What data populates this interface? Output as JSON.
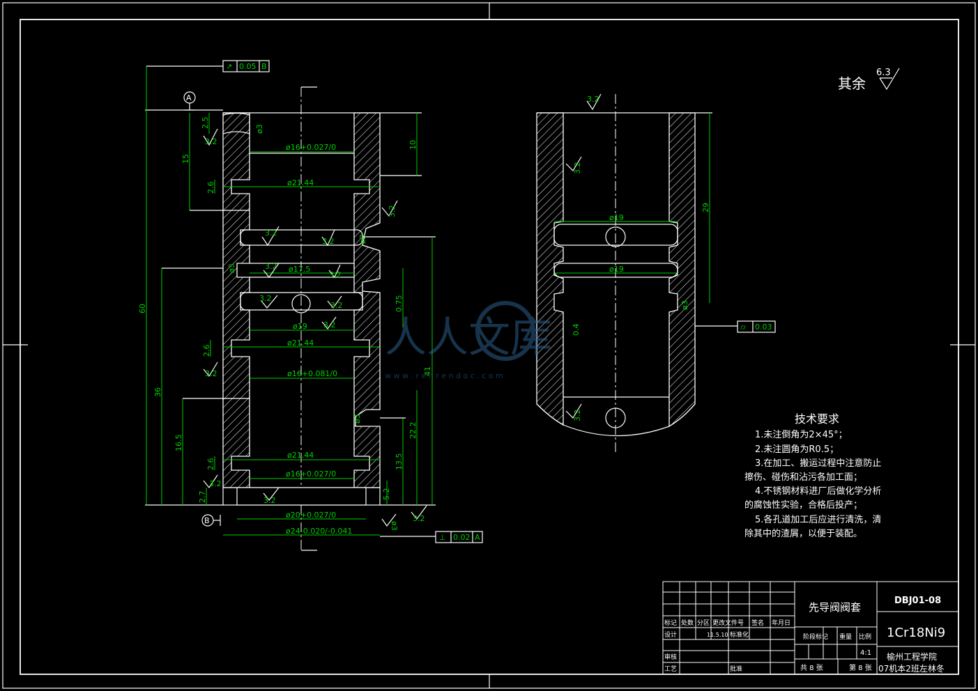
{
  "drawing": {
    "general_roughness": {
      "label": "其余",
      "value": "6.3"
    },
    "technical_requirements": {
      "title": "技术要求",
      "items": [
        "1.未注倒角为2×45°；",
        "2.未注圆角为R0.5；",
        "3.在加工、搬运过程中注意防止",
        "擦伤、碰伤和沾污各加工面；",
        "4.不锈钢材料进厂后做化学分析",
        "的腐蚀性实验，合格后投产；",
        "5.各孔道加工后应进行清洗，清",
        "除其中的渣屑，以便于装配。"
      ]
    },
    "datums": {
      "a": "A",
      "b": "B"
    },
    "tolerance_frames": {
      "runout_b": {
        "symbol": "↗",
        "value": "0.05",
        "datum": "B"
      },
      "perp_a": {
        "symbol": "⊥",
        "value": "0.02",
        "datum": "A"
      },
      "cyl_right": {
        "symbol": "⌭",
        "value": "0.03"
      }
    },
    "left_view": {
      "dims": {
        "d16_top": "ø16+0.027/0",
        "d21_44_a": "ø21.44",
        "d17_5": "ø17.5",
        "d19": "ø19",
        "d21_44_b": "ø21.44",
        "d16_mid": "ø16+0.081/0",
        "d21_44_c": "ø21.44",
        "d16_bot": "ø16+0.027/0",
        "d20": "ø20+0.027/0",
        "d24": "ø24-0.020/-0.041",
        "v60": "60",
        "v15": "15",
        "v25": "2.5",
        "v26a": "2.6",
        "v36": "36",
        "v16_5": "16.5",
        "v26b": "2.6",
        "v26c": "2.6",
        "v27": "2.7",
        "v10": "10",
        "v41": "41",
        "v0_75": "0.75",
        "v22_2": "22.2",
        "v13_5": "13.5",
        "v5_2": "5.2",
        "r3a": "ø3",
        "r3b": "ø3",
        "r3c": "ø3",
        "r3d": "ø3",
        "r3e": "ø3"
      },
      "roughness": [
        "3.2",
        "3.2",
        "3.2",
        "3.2",
        "3.2",
        "3.2",
        "3.2",
        "3.2",
        "3.2",
        "3.2",
        "3.2",
        "3.2",
        "3.2",
        "3.2"
      ]
    },
    "right_view": {
      "dims": {
        "d19a": "ø19",
        "d19b": "ø19",
        "v29": "29",
        "v0_4": "0.4",
        "r3": "ø3"
      },
      "roughness": [
        "3.2",
        "3.2",
        "3.2"
      ]
    },
    "title_block": {
      "part_name": "先导阀阀套",
      "drawing_no": "DBJ01-08",
      "material": "1Cr18Ni9",
      "school": "榆州工程学院",
      "author": "07机本2班左林冬",
      "header_labels": [
        "标记",
        "处数",
        "分区",
        "更改文件号",
        "签名",
        "年月日"
      ],
      "row_design": "设计",
      "design_date": "11.5.10",
      "standardize": "标准化",
      "check": "审核",
      "process": "工艺",
      "approve": "批准",
      "stage": "阶段标记",
      "weight": "重量",
      "scale_label": "比例",
      "scale": "4:1",
      "sheets_total": "共 8 张",
      "sheet_no": "第 8 张"
    },
    "watermark": {
      "text": "人人文库",
      "url": "w w w . r e n r e n d o c . c o m"
    }
  }
}
